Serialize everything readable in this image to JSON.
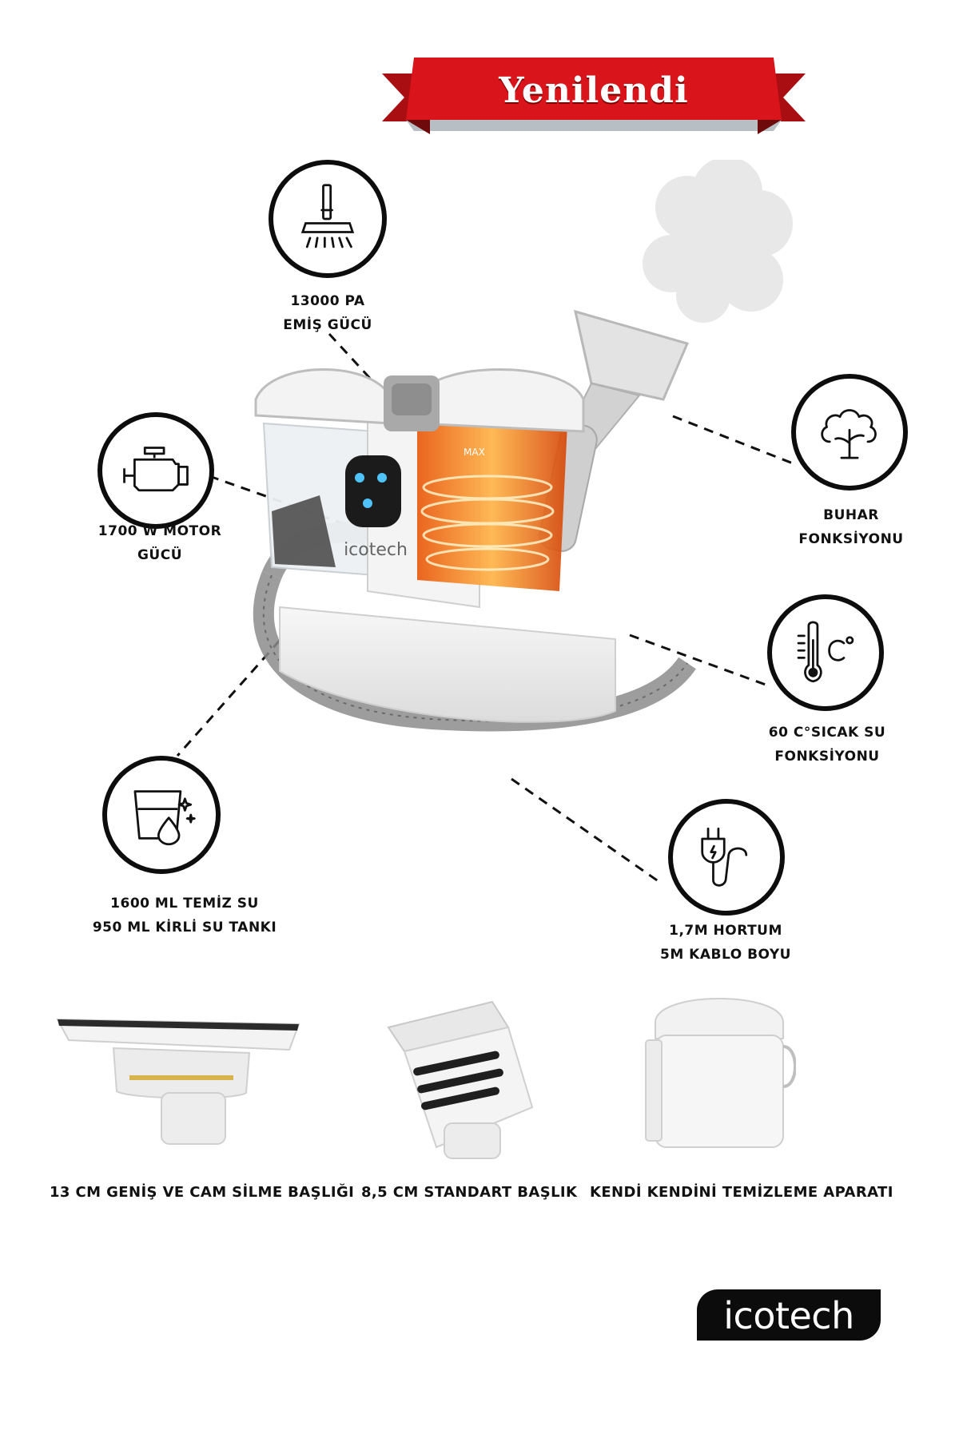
{
  "banner": {
    "text": "Yenilendi",
    "color": "#d9141b"
  },
  "features": {
    "suction": {
      "icon": "vacuum-head-icon",
      "line1": "13000 PA",
      "line2": "EMİŞ GÜCÜ"
    },
    "motor": {
      "icon": "engine-icon",
      "line1": "1700 W MOTOR",
      "line2": "GÜCÜ"
    },
    "tank": {
      "icon": "water-cup-icon",
      "line1": "1600 ML TEMİZ SU",
      "line2": "950 ML KİRLİ SU TANKI"
    },
    "steam": {
      "icon": "steam-icon",
      "line1": "BUHAR",
      "line2": "FONKSİYONU"
    },
    "hot_water": {
      "icon": "thermometer-icon",
      "line1": "60 C°SICAK SU",
      "line2": "FONKSİYONU"
    },
    "hose": {
      "icon": "plug-icon",
      "line1": "1,7M HORTUM",
      "line2": "5M KABLO BOYU"
    }
  },
  "product": {
    "brand_label": "icotech",
    "tank_max_label": "MAX",
    "heat_color": "#f07a1a"
  },
  "accessories": [
    {
      "icon": "wide-nozzle-icon",
      "label": "13 CM GENİŞ VE CAM SİLME BAŞLIĞI"
    },
    {
      "icon": "brush-nozzle-icon",
      "label": "8,5 CM STANDART BAŞLIK"
    },
    {
      "icon": "self-clean-tray-icon",
      "label": "KENDİ KENDİNİ TEMİZLEME APARATI"
    }
  ],
  "logo": {
    "text": "icotech"
  }
}
